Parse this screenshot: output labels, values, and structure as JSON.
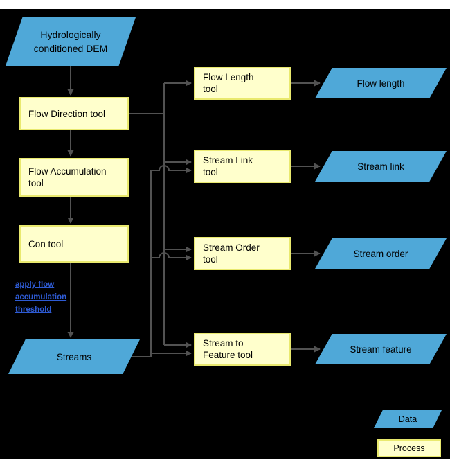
{
  "colors": {
    "background": "#000000",
    "page_margin": "#ffffff",
    "data_shape_fill": "#4fa8d8",
    "process_fill": "#ffffcc",
    "process_border": "#e9e96e",
    "connector": "#525252",
    "annotation_text": "#2e5bd4",
    "node_text": "#000000"
  },
  "nodes": {
    "dem": {
      "type": "data",
      "label": "Hydrologically conditioned DEM",
      "lines": [
        "Hydrologically",
        "conditioned DEM"
      ]
    },
    "flow_direction": {
      "type": "process",
      "label": "Flow Direction tool",
      "lines": [
        "Flow Direction tool"
      ]
    },
    "flow_accumulation": {
      "type": "process",
      "label": "Flow Accumulation tool",
      "lines": [
        "Flow Accumulation",
        "tool"
      ]
    },
    "con": {
      "type": "process",
      "label": "Con tool",
      "lines": [
        "Con tool"
      ]
    },
    "streams": {
      "type": "data",
      "label": "Streams",
      "lines": [
        "Streams"
      ]
    },
    "flow_length_tool": {
      "type": "process",
      "label": "Flow Length tool",
      "lines": [
        "Flow Length",
        "tool"
      ]
    },
    "stream_link_tool": {
      "type": "process",
      "label": "Stream Link tool",
      "lines": [
        "Stream Link",
        "tool"
      ]
    },
    "stream_order_tool": {
      "type": "process",
      "label": "Stream Order tool",
      "lines": [
        "Stream Order",
        "tool"
      ]
    },
    "stream_to_feature_tool": {
      "type": "process",
      "label": "Stream to Feature tool",
      "lines": [
        "Stream to",
        "Feature tool"
      ]
    },
    "flow_length_data": {
      "type": "data",
      "label": "Flow length",
      "lines": [
        "Flow length"
      ]
    },
    "stream_link_data": {
      "type": "data",
      "label": "Stream link",
      "lines": [
        "Stream link"
      ]
    },
    "stream_order_data": {
      "type": "data",
      "label": "Stream order",
      "lines": [
        "Stream order"
      ]
    },
    "stream_feature_data": {
      "type": "data",
      "label": "Stream feature",
      "lines": [
        "Stream feature"
      ]
    }
  },
  "annotation": {
    "label": "apply flow accumulation threshold",
    "lines": [
      "apply flow",
      "accumulation",
      "threshold"
    ]
  },
  "legend": {
    "data": "Data",
    "process": "Process"
  },
  "edges": [
    {
      "from": "dem",
      "to": "flow_direction"
    },
    {
      "from": "flow_direction",
      "to": "flow_accumulation"
    },
    {
      "from": "flow_accumulation",
      "to": "con"
    },
    {
      "from": "con",
      "to": "streams"
    },
    {
      "from": "flow_direction",
      "to": "flow_length_tool"
    },
    {
      "from": "flow_direction",
      "to": "stream_link_tool"
    },
    {
      "from": "flow_direction",
      "to": "stream_order_tool"
    },
    {
      "from": "flow_direction",
      "to": "stream_to_feature_tool"
    },
    {
      "from": "streams",
      "to": "stream_link_tool"
    },
    {
      "from": "streams",
      "to": "stream_order_tool"
    },
    {
      "from": "streams",
      "to": "stream_to_feature_tool"
    },
    {
      "from": "flow_length_tool",
      "to": "flow_length_data"
    },
    {
      "from": "stream_link_tool",
      "to": "stream_link_data"
    },
    {
      "from": "stream_order_tool",
      "to": "stream_order_data"
    },
    {
      "from": "stream_to_feature_tool",
      "to": "stream_feature_data"
    }
  ]
}
